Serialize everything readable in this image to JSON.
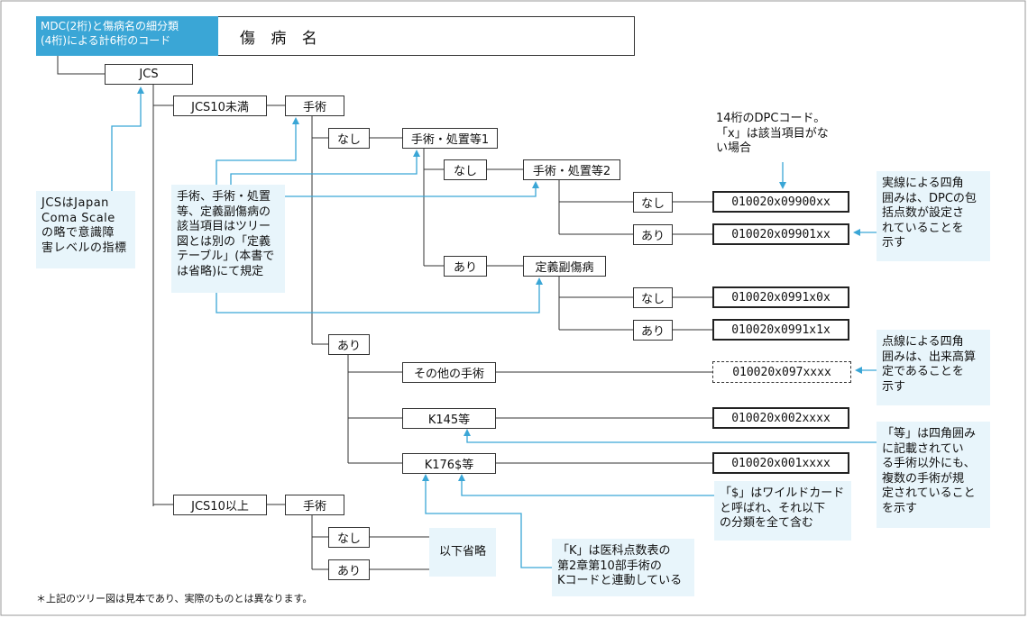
{
  "header": {
    "left_lines": [
      "MDC(2桁)と傷病名の細分類",
      "(4桁)による計6桁のコード"
    ],
    "title": "傷 病 名"
  },
  "nodes": {
    "jcs": "JCS",
    "jcs10_under": "JCS10未満",
    "surgery": "手術",
    "none": "なし",
    "yes": "あり",
    "procedure1": "手術・処置等1",
    "procedure2": "手術・処置等2",
    "secondary": "定義副傷病",
    "other_surgery": "その他の手術",
    "k145": "K145等",
    "k176": "K176$等",
    "jcs10_over": "JCS10以上",
    "omitted": "以下省略"
  },
  "codes": {
    "c1": "010020x09900xx",
    "c2": "010020x09901xx",
    "c3": "010020x0991x0x",
    "c4": "010020x0991x1x",
    "c5": "010020x097xxxx",
    "c6": "010020x002xxxx",
    "c7": "010020x001xxxx"
  },
  "notes": {
    "jcs": [
      "JCSはJapan",
      "Coma Scale",
      "の略で意識障",
      "害レベルの指標"
    ],
    "procedures": [
      "手術、手術・処置",
      "等、定義副傷病の",
      "該当項目はツリー",
      "図とは別の「定義",
      "テーブル」(本書で",
      "は省略)にて規定"
    ],
    "dpc14": [
      "14桁のDPCコード。",
      "「x」は該当項目がな",
      "い場合"
    ],
    "solid_box": [
      "実線による四角",
      "囲みは、DPCの包",
      "括点数が設定さ",
      "れていることを",
      "示す"
    ],
    "dashed_box": [
      "点線による四角",
      "囲みは、出来高算",
      "定であることを",
      "示す"
    ],
    "etc": [
      "「等」は四角囲み",
      "に記載されてい",
      "る手術以外にも、",
      "複数の手術が規",
      "定されていること",
      "を示す"
    ],
    "wildcard": [
      "「$」はワイルドカード",
      "と呼ばれ、それ以下",
      "の分類を全て含む"
    ],
    "k_code": [
      "「K」は医科点数表の",
      "第2章第10部手術の",
      "Kコードと連動している"
    ]
  },
  "footnote": "＊上記のツリー図は見本であり、実際のものとは異なります。",
  "colors": {
    "accent": "#3aa6d6",
    "note_bg": "#e8f5fb",
    "line": "#333333"
  }
}
